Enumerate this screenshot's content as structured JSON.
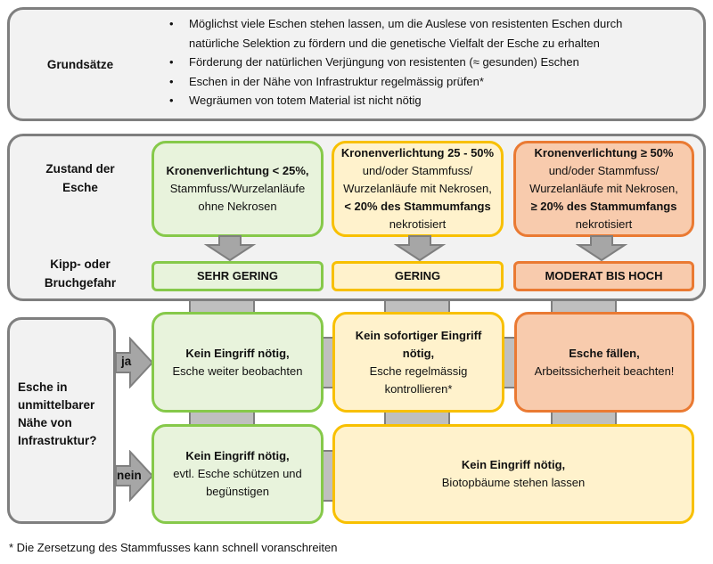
{
  "principles": {
    "label": "Grundsätze",
    "items": [
      "Möglichst viele Eschen stehen lassen, um die Auslese von resistenten Eschen durch natürliche Selektion zu fördern und die genetische Vielfalt der Esche zu erhalten",
      "Förderung der natürlichen Verjüngung von resistenten (≈ gesunden) Eschen",
      "Eschen in der Nähe von Infrastruktur regelmässig prüfen*",
      "Wegräumen von totem Material ist nicht nötig"
    ]
  },
  "condition": {
    "label": "Zustand der Esche",
    "risk_label": "Kipp- oder Bruchgefahr",
    "columns": [
      {
        "color": "#86c94a",
        "lines": [
          {
            "text": "Kronenverlichtung < 25%,",
            "bold": true
          },
          {
            "text": "Stammfuss/Wurzelanläufe",
            "bold": false
          },
          {
            "text": "ohne Nekrosen",
            "bold": false
          }
        ],
        "risk": "SEHR GERING"
      },
      {
        "color": "#f8c000",
        "lines": [
          {
            "text": "Kronenverlichtung 25 - 50%",
            "bold": true
          },
          {
            "text": "und/oder Stammfuss/",
            "bold": false
          },
          {
            "text": "Wurzelanläufe mit Nekrosen,",
            "bold": false
          },
          {
            "text": "< 20% des Stammumfangs",
            "bold": true
          },
          {
            "text": "nekrotisiert",
            "bold": false
          }
        ],
        "risk": "GERING"
      },
      {
        "color": "#ea7a33",
        "lines": [
          {
            "text": "Kronenverlichtung ≥ 50%",
            "bold": true
          },
          {
            "text": "und/oder Stammfuss/",
            "bold": false
          },
          {
            "text": "Wurzelanläufe mit Nekrosen,",
            "bold": false
          },
          {
            "text": "≥ 20%  des Stammumfangs",
            "bold": true
          },
          {
            "text": "nekrotisiert",
            "bold": false
          }
        ],
        "risk": "MODERAT BIS HOCH"
      }
    ]
  },
  "infrastructure": {
    "question": "Esche in unmittelbarer Nähe von Infrastruktur?",
    "question_lines": [
      "Esche in",
      "unmittelbarer",
      "Nähe von",
      "Infrastruktur?"
    ],
    "yes_label": "ja",
    "no_label": "nein",
    "yes_actions": [
      {
        "bold": "Kein Eingriff nötig,",
        "rest": [
          "Esche weiter beobachten"
        ]
      },
      {
        "bold": "Kein sofortiger Eingriff nötig,",
        "rest": [
          "Esche regelmässig",
          "kontrollieren*"
        ]
      },
      {
        "bold": "Esche fällen,",
        "rest": [
          "Arbeitssicherheit beachten!"
        ]
      }
    ],
    "no_actions": [
      {
        "bold": "Kein Eingriff nötig,",
        "rest": [
          "evtl. Esche schützen und",
          "begünstigen"
        ]
      },
      {
        "bold": "Kein Eingriff nötig,",
        "rest": [
          "Biotopbäume stehen lassen"
        ]
      }
    ]
  },
  "footnote": "* Die Zersetzung des Stammfusses kann schnell voranschreiten",
  "colors": {
    "green_border": "#86c94a",
    "green_fill": "#e8f3dc",
    "yellow_border": "#f8c000",
    "yellow_fill": "#fff2cc",
    "orange_border": "#ea7a33",
    "orange_fill": "#f8cbad",
    "panel_fill": "#f2f2f2",
    "panel_border": "#7f7f7f",
    "connector": "#bfbfbf"
  }
}
